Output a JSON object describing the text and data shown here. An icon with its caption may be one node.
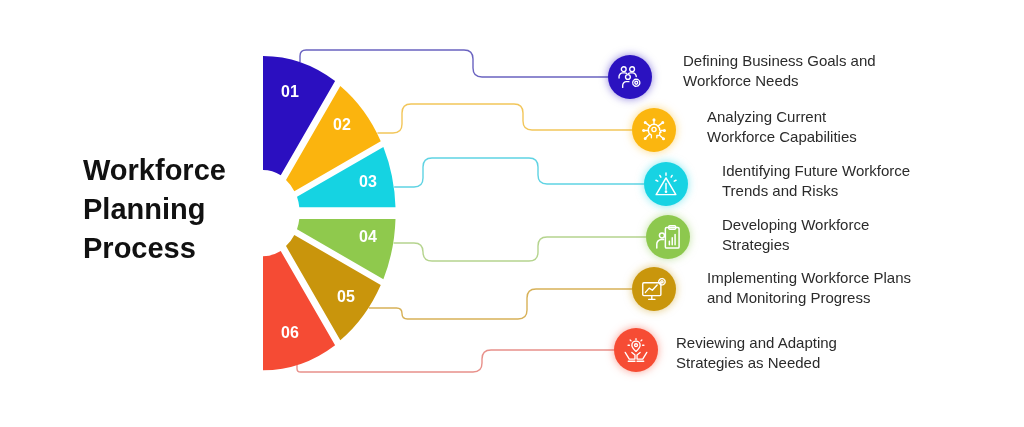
{
  "diagram": {
    "title": "Workforce Planning Process",
    "nodes": [
      {
        "text": [
          "01"
        ]
      },
      {
        "text": [
          "02"
        ]
      },
      {
        "text": [
          "03"
        ]
      },
      {
        "text": [
          "04"
        ]
      },
      {
        "text": [
          "05"
        ]
      },
      {
        "text": [
          "06"
        ]
      },
      {
        "text": [],
        "shape": "circle",
        "beside": [
          "Defining Business Goals and Workforce Needs"
        ]
      },
      {
        "text": [],
        "shape": "circle",
        "beside": [
          "Analyzing Current Workforce Capabilities"
        ]
      },
      {
        "text": [],
        "shape": "circle",
        "beside": [
          "Identifying Future Workforce Trends and Risks"
        ]
      },
      {
        "text": [],
        "shape": "circle",
        "beside": [
          "Developing Workforce Strategies"
        ]
      },
      {
        "text": [],
        "shape": "circle",
        "beside": [
          "Implementing Workforce Plans and Monitoring Progress"
        ]
      },
      {
        "text": [],
        "shape": "circle",
        "beside": [
          "Reviewing and Adapting Strategies as Needed"
        ]
      }
    ],
    "edges": [
      {
        "from": 0,
        "to": 6,
        "arrow": "none",
        "color": "#6a63c0"
      },
      {
        "from": 1,
        "to": 7,
        "arrow": "none",
        "color": "#f2c65a"
      },
      {
        "from": 2,
        "to": 8,
        "arrow": "none",
        "color": "#5fd3e3"
      },
      {
        "from": 3,
        "to": 9,
        "arrow": "none",
        "color": "#b5d48e"
      },
      {
        "from": 4,
        "to": 10,
        "arrow": "none",
        "color": "#d7b158"
      },
      {
        "from": 5,
        "to": 11,
        "arrow": "none",
        "color": "#e8908a"
      }
    ]
  }
}
